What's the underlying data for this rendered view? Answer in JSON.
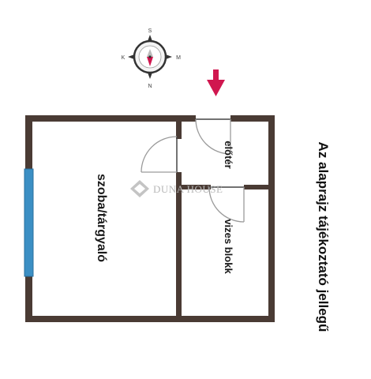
{
  "compass": {
    "north": "N",
    "south": "S",
    "east": "K",
    "west": "M"
  },
  "rooms": {
    "main": "szoba/tárgyaló",
    "hall": "előtér",
    "bath": "vizes blokk"
  },
  "watermark": "DUNA HOUSE",
  "note": "Az alaprajz tájékoztató jellegű",
  "colors": {
    "wall": "#4a3b34",
    "window": "#3b8fc4",
    "entrance_arrow": "#d0174f",
    "door": "#9a9a9a"
  }
}
